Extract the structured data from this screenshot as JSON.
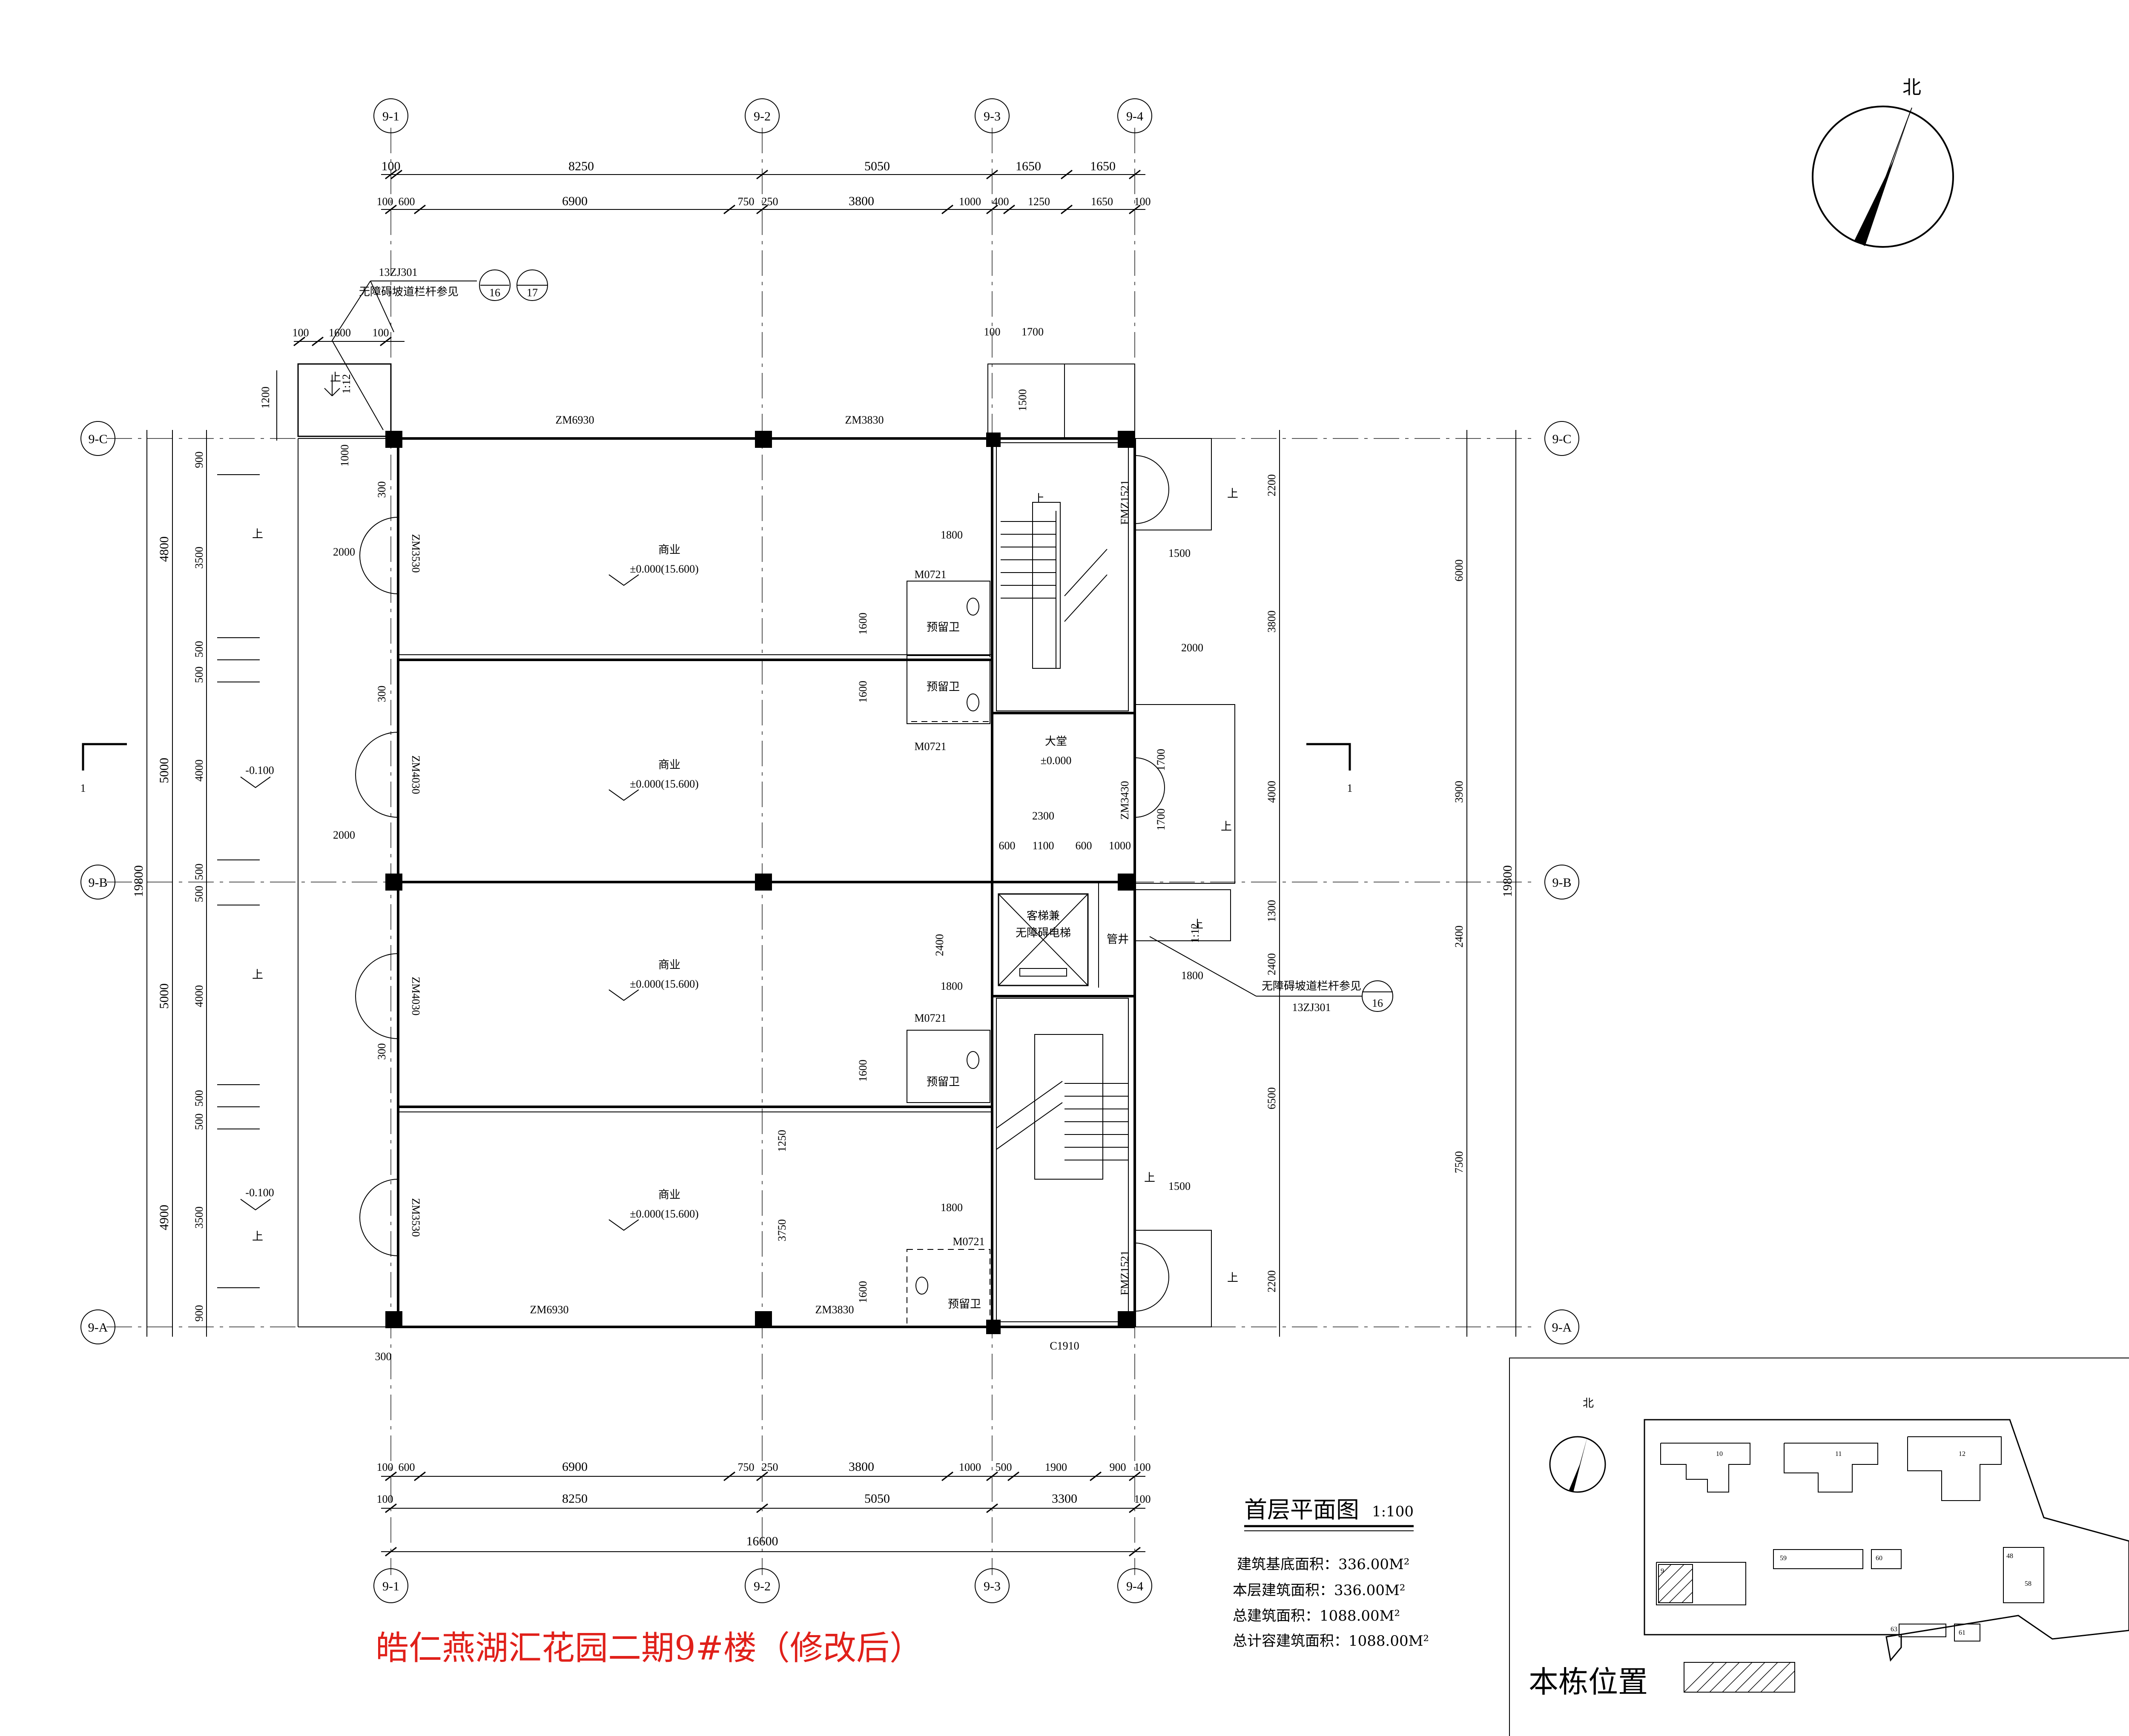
{
  "title": "皓仁燕湖汇花园二期9#楼（修改后）",
  "plan_title": "首层平面图",
  "scale": "1:100",
  "stats": [
    "建筑基底面积：336.00M²",
    "本层建筑面积：336.00M²",
    "总建筑面积：1088.00M²",
    "总计容建筑面积：1088.00M²"
  ],
  "north_label": "北",
  "grid_axes_vertical": [
    "9-1",
    "9-2",
    "9-3",
    "9-4"
  ],
  "grid_axes_horizontal": [
    "9-C",
    "9-B",
    "9-A"
  ],
  "top_dims_row1": [
    "100",
    "8250",
    "5050",
    "1650",
    "1650"
  ],
  "top_dims_row2": [
    "100",
    "600",
    "6900",
    "750",
    "250",
    "3800",
    "1000",
    "400",
    "1250",
    "1650",
    "100"
  ],
  "bottom_dims_row1": [
    "100",
    "600",
    "6900",
    "750",
    "250",
    "3800",
    "1000",
    "500",
    "1900",
    "900",
    "100"
  ],
  "bottom_dims_row2": [
    "100",
    "8250",
    "5050",
    "3300",
    "100"
  ],
  "bottom_total": "16600",
  "left_total": "19800",
  "right_total": "19800",
  "left_dims_outer": [
    "4800",
    "5000",
    "5000",
    "4900"
  ],
  "left_dims_inner": [
    "900",
    "3500",
    "500",
    "500",
    "4000",
    "500",
    "500",
    "4000",
    "500",
    "500",
    "3500",
    "900"
  ],
  "right_dims_inner": [
    "2200",
    "3800",
    "4000",
    "1300",
    "2400",
    "6500",
    "2200"
  ],
  "right_dims_outer": [
    "6000",
    "3900",
    "2400",
    "7500"
  ],
  "rooms": [
    {
      "name": "商业",
      "level": "±0.000(15.600)"
    },
    {
      "name": "商业",
      "level": "±0.000(15.600)"
    },
    {
      "name": "商业",
      "level": "±0.000(15.600)"
    },
    {
      "name": "商业",
      "level": "±0.000(15.600)"
    }
  ],
  "lobby": {
    "name": "大堂",
    "level": "±0.000"
  },
  "elevator": {
    "line1": "客梯兼",
    "line2": "无障碍电梯"
  },
  "shaft": "管井",
  "toilet": "预留卫",
  "door_codes": {
    "m0721": "M0721",
    "zm6930": "ZM6930",
    "zm3830": "ZM3830",
    "zm3530": "ZM3530",
    "zm4030": "ZM4030",
    "zm3430": "ZM3430",
    "fm": "FMZ1521",
    "c1910": "C1910"
  },
  "ramp_note": "无障碍坡道栏杆参见",
  "ramp_ref": "13ZJ301",
  "ramp_detail_1": "16",
  "ramp_detail_2": "17",
  "slope": "1:12",
  "up": "上",
  "minus_level": "-0.100",
  "section_mark": "1",
  "misc_dims": {
    "d100": "100",
    "d1600": "1600",
    "d1200": "1200",
    "d1700": "1700",
    "d1500": "1500",
    "d1000": "1000",
    "d300": "300",
    "d2000": "2000",
    "d1800": "1800",
    "d2300": "2300",
    "d600": "600",
    "d1100": "1100",
    "d2400": "2400",
    "d1250": "1250",
    "d3750": "3750"
  },
  "site_plan_label": "本栋位置",
  "site_north": "北",
  "site_buildings": [
    "10",
    "11",
    "12",
    "58",
    "59",
    "60",
    "61",
    "63",
    "9",
    "48"
  ]
}
